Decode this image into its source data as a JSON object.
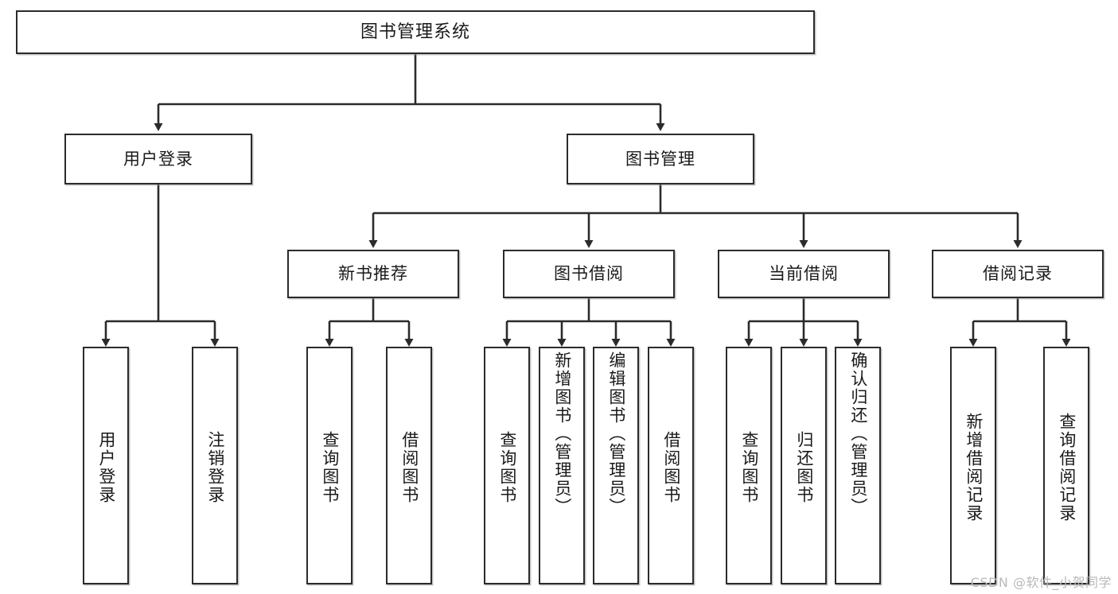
{
  "diagram": {
    "title": "图书管理系统",
    "type": "tree-hierarchy",
    "watermark": "CSDN @软件_小贺同学",
    "colors": {
      "box_border": "#2b2b2b",
      "box_fill": "#ffffff",
      "connector": "#2b2b2b",
      "text": "#1a1a1a",
      "watermark": "#b9b9b9"
    },
    "levels": {
      "root": {
        "label": "图书管理系统"
      },
      "level2": [
        {
          "label": "用户登录"
        },
        {
          "label": "图书管理"
        }
      ],
      "level3": [
        {
          "label": "新书推荐"
        },
        {
          "label": "图书借阅"
        },
        {
          "label": "当前借阅"
        },
        {
          "label": "借阅记录"
        }
      ],
      "leaves": {
        "user_login": [
          {
            "label": "用户登录"
          },
          {
            "label": "注销登录"
          }
        ],
        "new_book_recommend": [
          {
            "label": "查询图书"
          },
          {
            "label": "借阅图书"
          }
        ],
        "book_borrow": [
          {
            "label": "查询图书"
          },
          {
            "label": "新增图书（管理员）"
          },
          {
            "label": "编辑图书（管理员）"
          },
          {
            "label": "借阅图书"
          }
        ],
        "current_borrow": [
          {
            "label": "查询图书"
          },
          {
            "label": "归还图书"
          },
          {
            "label": "确认归还（管理员）"
          }
        ],
        "borrow_record": [
          {
            "label": "新增借阅记录"
          },
          {
            "label": "查询借阅记录"
          }
        ]
      }
    },
    "edges": [
      {
        "from": "图书管理系统",
        "to": "用户登录"
      },
      {
        "from": "图书管理系统",
        "to": "图书管理"
      },
      {
        "from": "图书管理",
        "to": "新书推荐"
      },
      {
        "from": "图书管理",
        "to": "图书借阅"
      },
      {
        "from": "图书管理",
        "to": "当前借阅"
      },
      {
        "from": "图书管理",
        "to": "借阅记录"
      },
      {
        "from": "用户登录",
        "to": "用户登录"
      },
      {
        "from": "用户登录",
        "to": "注销登录"
      },
      {
        "from": "新书推荐",
        "to": "查询图书"
      },
      {
        "from": "新书推荐",
        "to": "借阅图书"
      },
      {
        "from": "图书借阅",
        "to": "查询图书"
      },
      {
        "from": "图书借阅",
        "to": "新增图书（管理员）"
      },
      {
        "from": "图书借阅",
        "to": "编辑图书（管理员）"
      },
      {
        "from": "图书借阅",
        "to": "借阅图书"
      },
      {
        "from": "当前借阅",
        "to": "查询图书"
      },
      {
        "from": "当前借阅",
        "to": "归还图书"
      },
      {
        "from": "当前借阅",
        "to": "确认归还（管理员）"
      },
      {
        "from": "借阅记录",
        "to": "新增借阅记录"
      },
      {
        "from": "借阅记录",
        "to": "查询借阅记录"
      }
    ]
  }
}
